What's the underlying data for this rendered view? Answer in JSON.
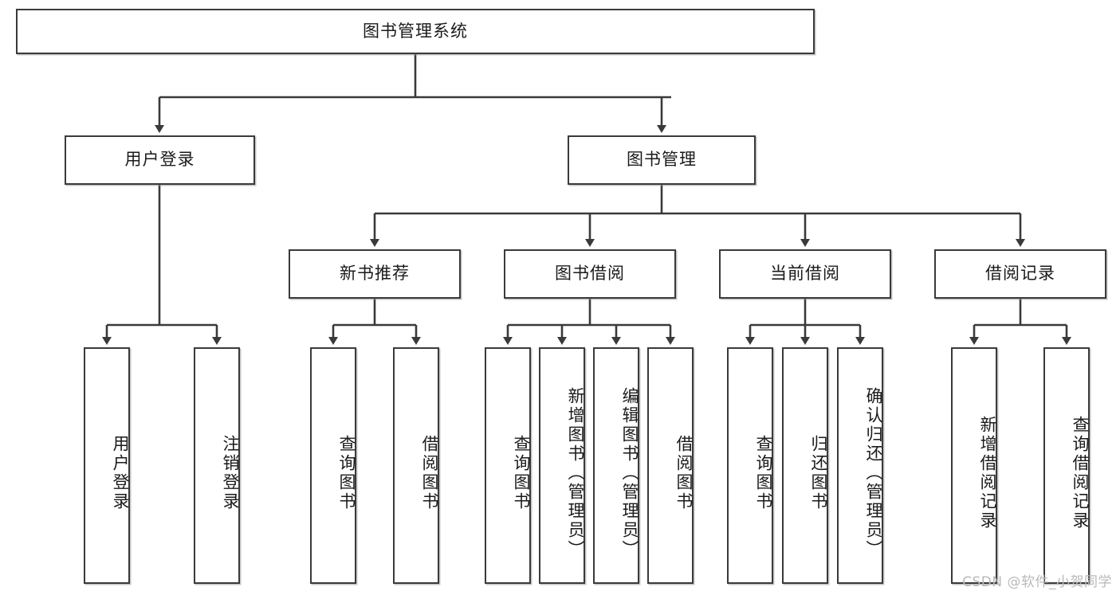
{
  "diagram": {
    "title": "图书管理系统",
    "type": "functional-structure-tree",
    "root": {
      "label": "图书管理系统"
    },
    "level2": [
      {
        "label": "用户登录"
      },
      {
        "label": "图书管理"
      }
    ],
    "level3": [
      {
        "label": "新书推荐"
      },
      {
        "label": "图书借阅"
      },
      {
        "label": "当前借阅"
      },
      {
        "label": "借阅记录"
      }
    ],
    "leaves": {
      "user_login": [
        {
          "label": "用户登录"
        },
        {
          "label": "注销登录"
        }
      ],
      "new_book_recommend": [
        {
          "label": "查询图书"
        },
        {
          "label": "借阅图书"
        }
      ],
      "book_borrow": [
        {
          "label": "查询图书"
        },
        {
          "label": "新增图书（管理员）"
        },
        {
          "label": "编辑图书（管理员）"
        },
        {
          "label": "借阅图书"
        }
      ],
      "current_borrow": [
        {
          "label": "查询图书"
        },
        {
          "label": "归还图书"
        },
        {
          "label": "确认归还（管理员）"
        }
      ],
      "borrow_record": [
        {
          "label": "新增借阅记录"
        },
        {
          "label": "查询借阅记录"
        }
      ]
    }
  },
  "watermark": {
    "text": "CSDN @软件_小贺同学"
  },
  "colors": {
    "stroke": "#3a3a3a",
    "fill": "#ffffff",
    "text": "#1a1a1a",
    "watermark": "#b9b9b9"
  }
}
